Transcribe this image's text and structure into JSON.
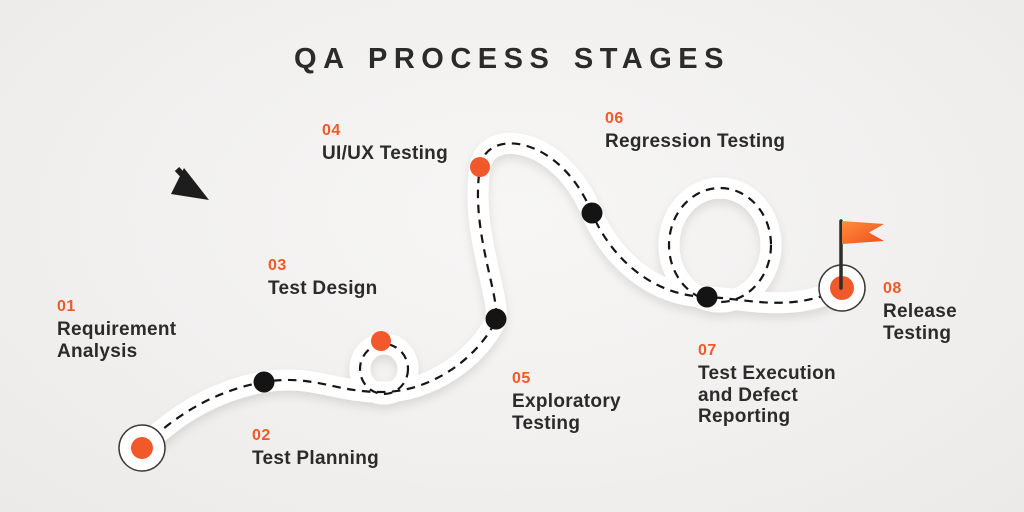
{
  "title": "QA PROCESS STAGES",
  "colors": {
    "accent": "#F1592A",
    "text": "#2B2B2B",
    "road": "#FFFFFF",
    "dot": "#141414"
  },
  "stages": [
    {
      "number": "01",
      "lines": [
        "Requirement",
        "Analysis"
      ],
      "marker": "start-circle-orange"
    },
    {
      "number": "02",
      "lines": [
        "Test Planning"
      ],
      "marker": "black-dot"
    },
    {
      "number": "03",
      "lines": [
        "Test Design"
      ],
      "marker": "orange-dot"
    },
    {
      "number": "04",
      "lines": [
        "UI/UX Testing"
      ],
      "marker": "orange-dot"
    },
    {
      "number": "05",
      "lines": [
        "Exploratory",
        "Testing"
      ],
      "marker": "black-dot"
    },
    {
      "number": "06",
      "lines": [
        "Regression Testing"
      ],
      "marker": "black-dot"
    },
    {
      "number": "07",
      "lines": [
        "Test Execution",
        "and Defect",
        "Reporting"
      ],
      "marker": "black-dot"
    },
    {
      "number": "08",
      "lines": [
        "Release",
        "Testing"
      ],
      "marker": "finish-circle-flag"
    }
  ]
}
